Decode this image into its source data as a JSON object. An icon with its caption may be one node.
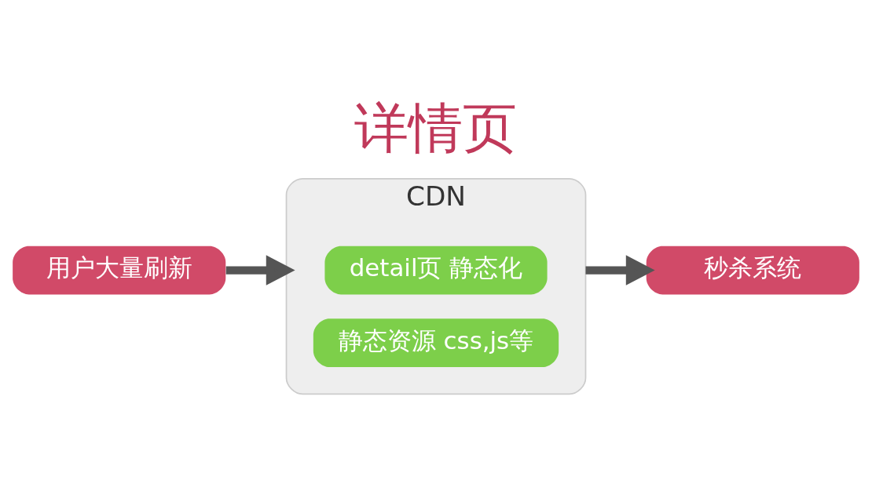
{
  "diagram": {
    "title": "详情页",
    "nodes": [
      {
        "text": [
          "用户大量刷新"
        ]
      },
      {
        "text": [
          "CDN"
        ]
      },
      {
        "text": [
          "detail页 静态化"
        ],
        "in": 1
      },
      {
        "text": [
          "静态资源 css,js等"
        ],
        "in": 1
      },
      {
        "text": [
          "秒杀系统"
        ]
      }
    ],
    "edges": [
      {
        "from": 0,
        "to": 1,
        "arrow": "to"
      },
      {
        "from": 1,
        "to": 4,
        "arrow": "to"
      }
    ]
  }
}
